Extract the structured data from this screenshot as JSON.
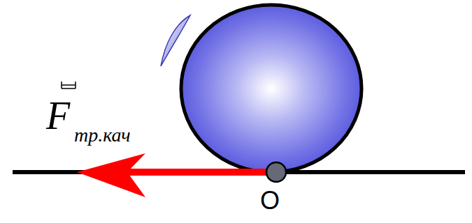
{
  "diagram": {
    "labels": [
      "F",
      "тр.кач",
      "O"
    ]
  }
}
